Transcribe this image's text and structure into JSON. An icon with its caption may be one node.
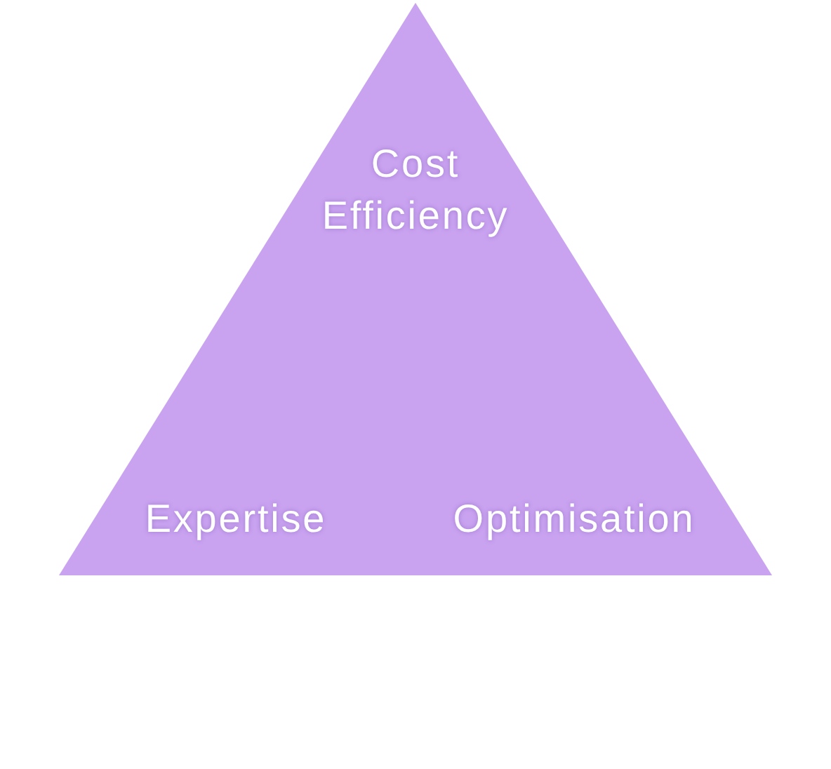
{
  "diagram": {
    "nodes": [
      {
        "text": [
          "Cost Efficiency",
          "Expertise",
          "Optimisation"
        ]
      }
    ]
  }
}
